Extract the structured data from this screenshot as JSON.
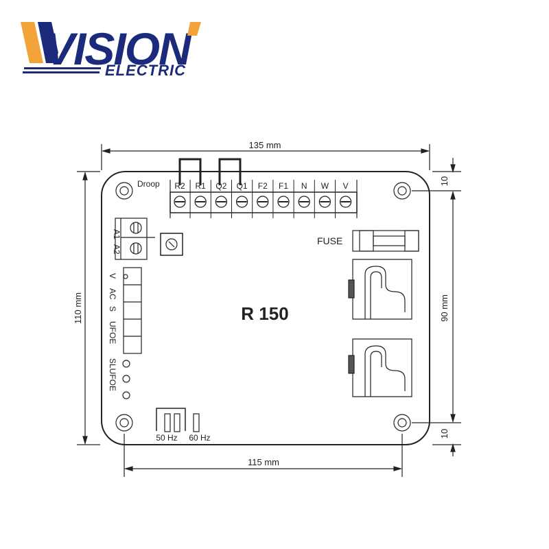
{
  "logo": {
    "brand": "VISION",
    "sub": "ELECTRIC",
    "accent_color": "#f2a33a",
    "brand_color": "#1b2a7a"
  },
  "diagram": {
    "model": "R 150",
    "dimensions": {
      "width_top": "135 mm",
      "width_bottom": "115 mm",
      "height_left": "110 mm",
      "height_right": "90 mm",
      "offset_top": "10",
      "offset_bottom": "10"
    },
    "top_terminals": [
      "R2",
      "R1",
      "Q2",
      "Q1",
      "F2",
      "F1",
      "N",
      "W",
      "V"
    ],
    "droop_label": "Droop",
    "side_terminals": [
      "A1",
      "A2"
    ],
    "fuse_label": "FUSE",
    "left_pot_labels": [
      "V",
      "AC",
      "S",
      "UFOE"
    ],
    "led_label": "SLUFOE",
    "freq_labels": [
      "50 Hz",
      "60 Hz"
    ]
  }
}
